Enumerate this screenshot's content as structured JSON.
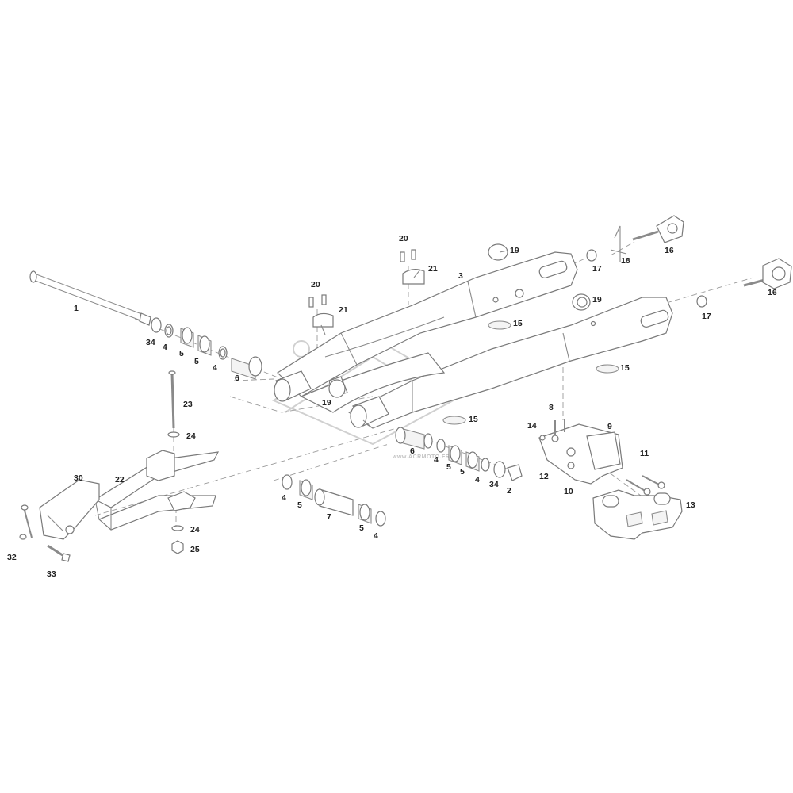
{
  "callouts": [
    {
      "id": "l1",
      "text": "1"
    },
    {
      "id": "l34a",
      "text": "34"
    },
    {
      "id": "l4a",
      "text": "4"
    },
    {
      "id": "l5a",
      "text": "5"
    },
    {
      "id": "l5b",
      "text": "5"
    },
    {
      "id": "l4b",
      "text": "4"
    },
    {
      "id": "l6a",
      "text": "6"
    },
    {
      "id": "l20a",
      "text": "20"
    },
    {
      "id": "l21a",
      "text": "21"
    },
    {
      "id": "l20b",
      "text": "20"
    },
    {
      "id": "l21b",
      "text": "21"
    },
    {
      "id": "l3",
      "text": "3"
    },
    {
      "id": "l19a",
      "text": "19"
    },
    {
      "id": "l19b",
      "text": "19"
    },
    {
      "id": "l19c",
      "text": "19"
    },
    {
      "id": "l15a",
      "text": "15"
    },
    {
      "id": "l15b",
      "text": "15"
    },
    {
      "id": "l15c",
      "text": "15"
    },
    {
      "id": "l16a",
      "text": "16"
    },
    {
      "id": "l16b",
      "text": "16"
    },
    {
      "id": "l17a",
      "text": "17"
    },
    {
      "id": "l17b",
      "text": "17"
    },
    {
      "id": "l18",
      "text": "18"
    },
    {
      "id": "l23",
      "text": "23"
    },
    {
      "id": "l24a",
      "text": "24"
    },
    {
      "id": "l24b",
      "text": "24"
    },
    {
      "id": "l25",
      "text": "25"
    },
    {
      "id": "l22",
      "text": "22"
    },
    {
      "id": "l30",
      "text": "30"
    },
    {
      "id": "l32",
      "text": "32"
    },
    {
      "id": "l33",
      "text": "33"
    },
    {
      "id": "l6b",
      "text": "6"
    },
    {
      "id": "l4c",
      "text": "4"
    },
    {
      "id": "l5c",
      "text": "5"
    },
    {
      "id": "l5d",
      "text": "5"
    },
    {
      "id": "l4d",
      "text": "4"
    },
    {
      "id": "l34b",
      "text": "34"
    },
    {
      "id": "l2",
      "text": "2"
    },
    {
      "id": "l4e",
      "text": "4"
    },
    {
      "id": "l5e",
      "text": "5"
    },
    {
      "id": "l7",
      "text": "7"
    },
    {
      "id": "l5f",
      "text": "5"
    },
    {
      "id": "l4f",
      "text": "4"
    },
    {
      "id": "l8",
      "text": "8"
    },
    {
      "id": "l9",
      "text": "9"
    },
    {
      "id": "l14",
      "text": "14"
    },
    {
      "id": "l12",
      "text": "12"
    },
    {
      "id": "l10",
      "text": "10"
    },
    {
      "id": "l11",
      "text": "11"
    },
    {
      "id": "l13",
      "text": "13"
    }
  ],
  "watermark": {
    "text": "www.ACRMOTO.FR"
  }
}
